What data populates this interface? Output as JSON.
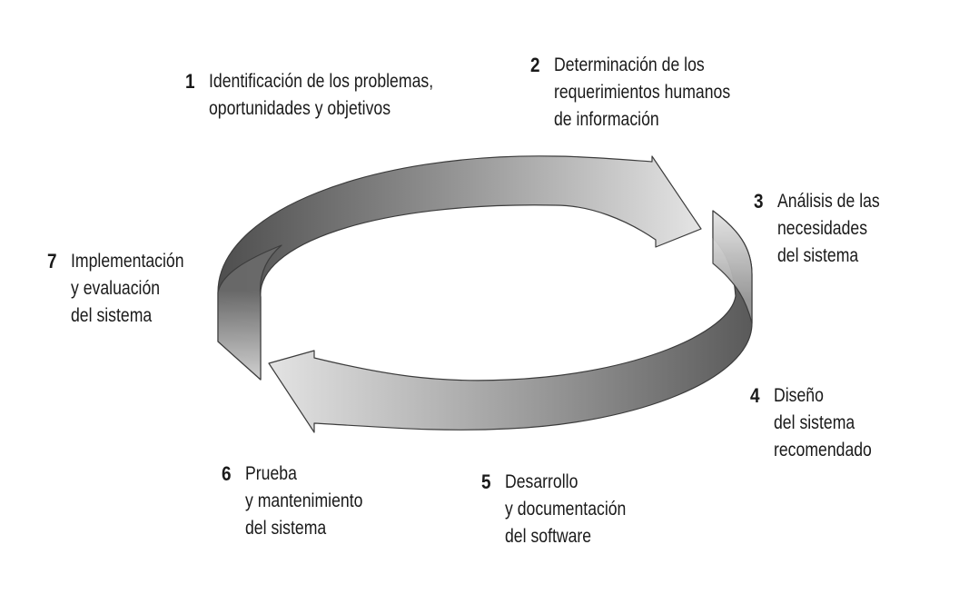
{
  "diagram": {
    "phases": [
      {
        "number": "1",
        "text": "Identificación de los problemas,\noportunidades y objetivos"
      },
      {
        "number": "2",
        "text": "Determinación de los\nrequerimientos humanos\nde información"
      },
      {
        "number": "3",
        "text": "Análisis de las\nnecesidades\ndel sistema"
      },
      {
        "number": "4",
        "text": "Diseño\ndel sistema\nrecomendado"
      },
      {
        "number": "5",
        "text": "Desarrollo\ny documentación\ndel software"
      },
      {
        "number": "6",
        "text": "Prueba\ny mantenimiento\ndel sistema"
      },
      {
        "number": "7",
        "text": "Implementación\ny evaluación\ndel sistema"
      }
    ],
    "colors": {
      "text": "#1a1a1a",
      "ribbon_dark": "#5a5a5a",
      "ribbon_light": "#e6e6e6",
      "ribbon_edge": "#3c3c3c"
    }
  }
}
